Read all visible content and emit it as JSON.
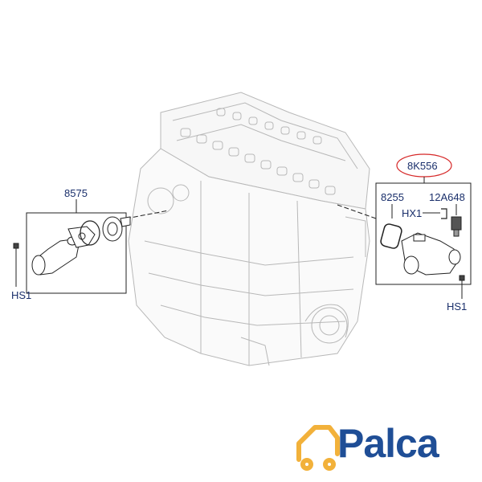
{
  "callouts": {
    "thermostat_housing": "8575",
    "hs1_left": "HS1",
    "outlet_assembly": "8K556",
    "gasket": "8255",
    "sensor": "12A648",
    "clip": "HX1",
    "hs1_right": "HS1"
  },
  "logo": {
    "text": "Palca",
    "color": "#1f4e96",
    "accent": "#f2b13a"
  },
  "colors": {
    "label": "#1a2f6b",
    "highlight_ring": "#d62828",
    "line": "#222222"
  }
}
